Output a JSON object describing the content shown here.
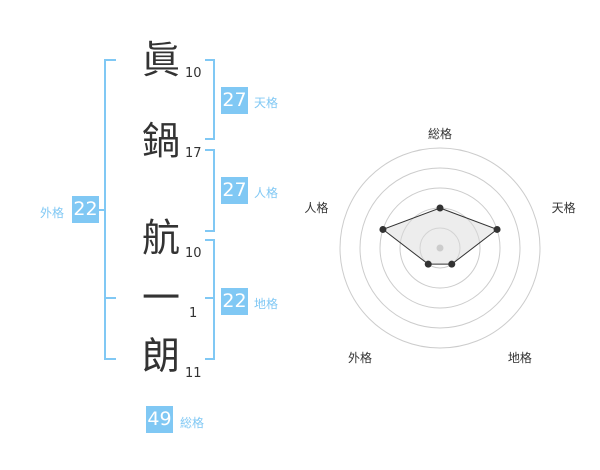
{
  "name": {
    "chars": [
      {
        "char": "眞",
        "strokes": "10"
      },
      {
        "char": "鍋",
        "strokes": "17"
      },
      {
        "char": "航",
        "strokes": "10"
      },
      {
        "char": "一",
        "strokes": "1"
      },
      {
        "char": "朗",
        "strokes": "11"
      }
    ]
  },
  "scores": {
    "tenkaku": {
      "label": "天格",
      "value": "27"
    },
    "jinkaku": {
      "label": "人格",
      "value": "27"
    },
    "chikaku": {
      "label": "地格",
      "value": "22"
    },
    "gaikaku": {
      "label": "外格",
      "value": "22"
    },
    "soukaku": {
      "label": "総格",
      "value": "49"
    }
  },
  "colors": {
    "accent": "#80c8f4",
    "text": "#333333"
  },
  "chart_data": {
    "type": "radar",
    "axes": [
      "総格",
      "天格",
      "地格",
      "外格",
      "人格"
    ],
    "values": [
      2,
      3,
      1,
      1,
      3
    ],
    "range": [
      0,
      5
    ],
    "rings": 5
  }
}
